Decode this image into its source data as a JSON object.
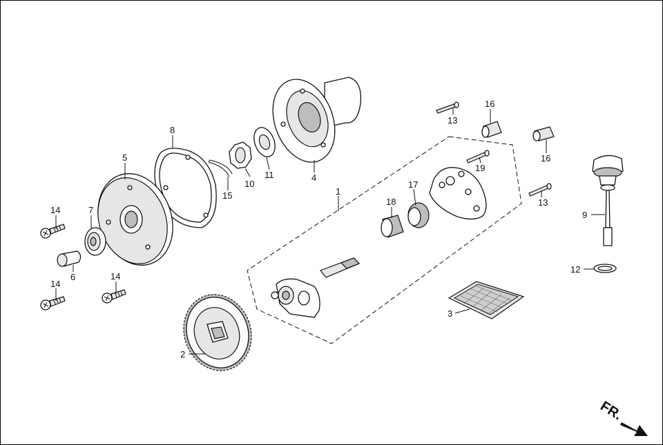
{
  "labels": [
    {
      "id": "1",
      "text": "1"
    },
    {
      "id": "2",
      "text": "2"
    },
    {
      "id": "3",
      "text": "3"
    },
    {
      "id": "4",
      "text": "4"
    },
    {
      "id": "5",
      "text": "5"
    },
    {
      "id": "6",
      "text": "6"
    },
    {
      "id": "7",
      "text": "7"
    },
    {
      "id": "8",
      "text": "8"
    },
    {
      "id": "9",
      "text": "9"
    },
    {
      "id": "10",
      "text": "10"
    },
    {
      "id": "11",
      "text": "11"
    },
    {
      "id": "12",
      "text": "12"
    },
    {
      "id": "13a",
      "text": "13"
    },
    {
      "id": "13b",
      "text": "13"
    },
    {
      "id": "14a",
      "text": "14"
    },
    {
      "id": "14b",
      "text": "14"
    },
    {
      "id": "14c",
      "text": "14"
    },
    {
      "id": "15",
      "text": "15"
    },
    {
      "id": "16a",
      "text": "16"
    },
    {
      "id": "16b",
      "text": "16"
    },
    {
      "id": "17",
      "text": "17"
    },
    {
      "id": "18",
      "text": "18"
    },
    {
      "id": "19",
      "text": "19"
    }
  ],
  "direction_marker": {
    "text": "FR.",
    "icon": "arrow-right-down-icon"
  }
}
